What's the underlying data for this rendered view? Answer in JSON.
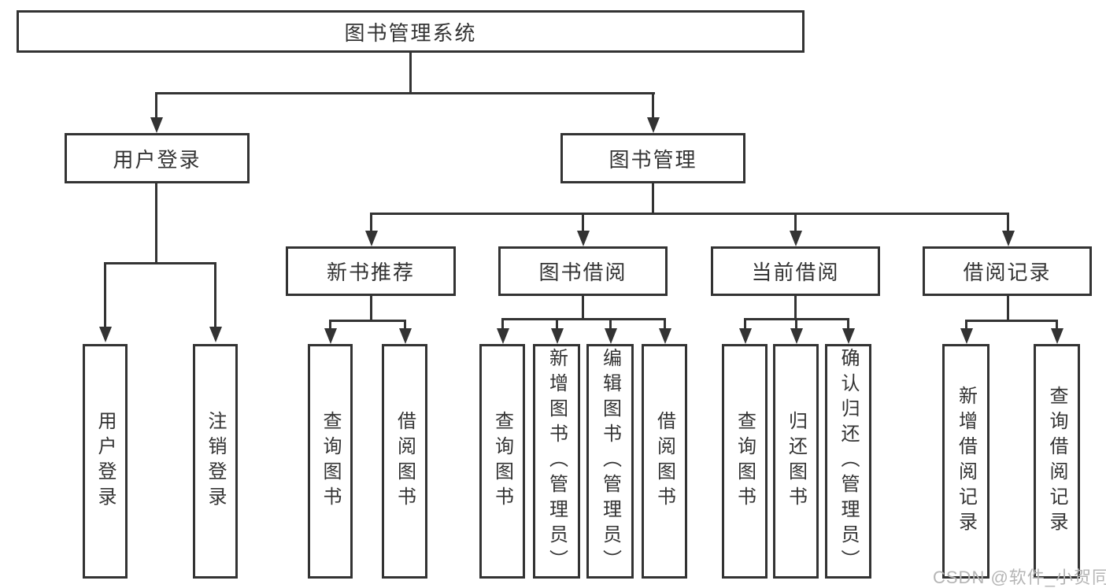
{
  "diagram": {
    "root": "图书管理系统",
    "level2": [
      "用户登录",
      "图书管理"
    ],
    "level3": [
      "新书推荐",
      "图书借阅",
      "当前借阅",
      "借阅记录"
    ],
    "leaves": {
      "user_login": [
        "用户登录",
        "注销登录"
      ],
      "new_book": [
        "查询图书",
        "借阅图书"
      ],
      "book_borrow": [
        "查询图书",
        "新增图书（管理员）",
        "编辑图书（管理员）",
        "借阅图书"
      ],
      "current_borrow": [
        "查询图书",
        "归还图书",
        "确认归还（管理员）"
      ],
      "borrow_records": [
        "新增借阅记录",
        "查询借阅记录"
      ]
    }
  },
  "watermark": "CSDN @软件_小贺同学",
  "colors": {
    "line": "#333333",
    "text": "#333333",
    "watermark": "#b5b5b5",
    "background": "#ffffff"
  }
}
